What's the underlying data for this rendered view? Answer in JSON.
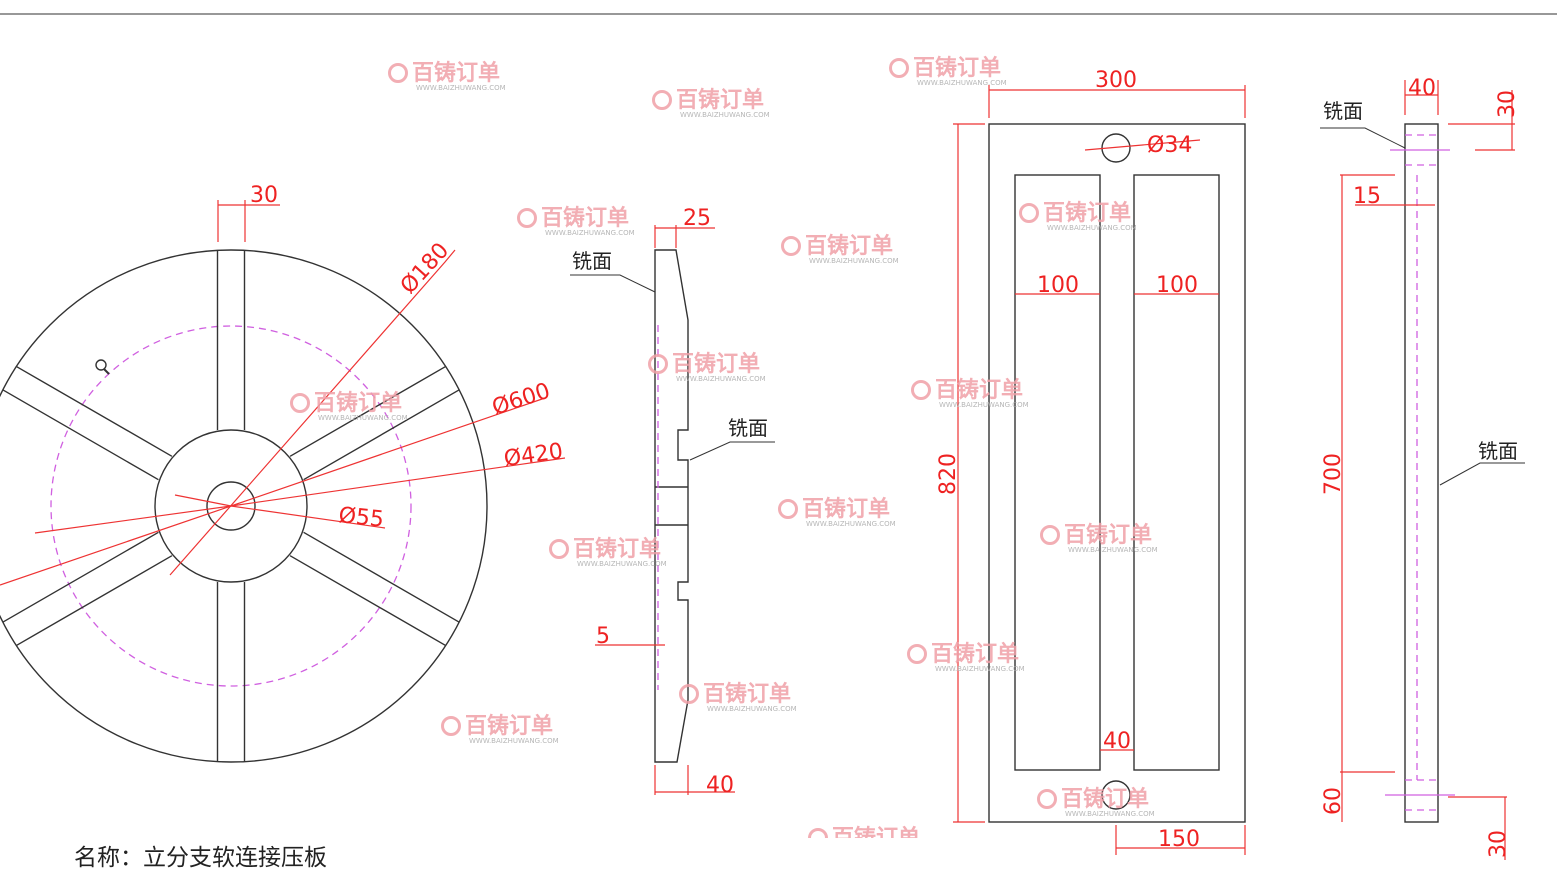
{
  "title": "名称：立分支软连接压板",
  "watermark": {
    "brand": "百铸订单",
    "url": "WWW.BAIZHUWANG.COM"
  },
  "colors": {
    "outline": "#333333",
    "dimension": "#ee3333",
    "hidden_line": "#d060e0"
  },
  "disc_view": {
    "spoke_width": "30",
    "d180": "Ø180",
    "d600": "Ø600",
    "d420": "Ø420",
    "d55": "Ø55"
  },
  "side_view": {
    "top_thickness": "25",
    "milled_face_1": "铣面",
    "milled_face_2": "铣面",
    "groove_depth": "5",
    "bottom_thickness": "40"
  },
  "front_view": {
    "width": "300",
    "hole": "Ø34",
    "slot_left": "100",
    "slot_right": "100",
    "height": "820",
    "gap": "40",
    "bottom_width": "150"
  },
  "right_view": {
    "thickness": "40",
    "top_offset": "30",
    "milled_face_top": "铣面",
    "step": "15",
    "length": "700",
    "milled_face": "铣面",
    "bottom_offset": "60",
    "bottom_30": "30"
  }
}
